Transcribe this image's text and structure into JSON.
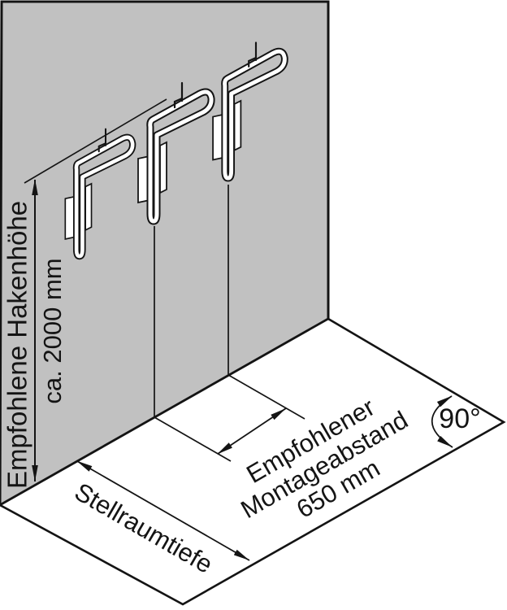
{
  "colors": {
    "wall": "#c1c1c1",
    "floor": "#ffffff",
    "line": "#141414"
  },
  "labels": {
    "hook_height": {
      "line1": "Empfohlene Hakenhöhe",
      "line2": "ca. 2000 mm"
    },
    "mounting_distance": {
      "line1": "Empfohlener",
      "line2": "Montageabstand",
      "line3": "650 mm"
    },
    "floor_depth": "Stellraumtiefe",
    "angle": "90°"
  },
  "hooks": {
    "count": 3
  }
}
